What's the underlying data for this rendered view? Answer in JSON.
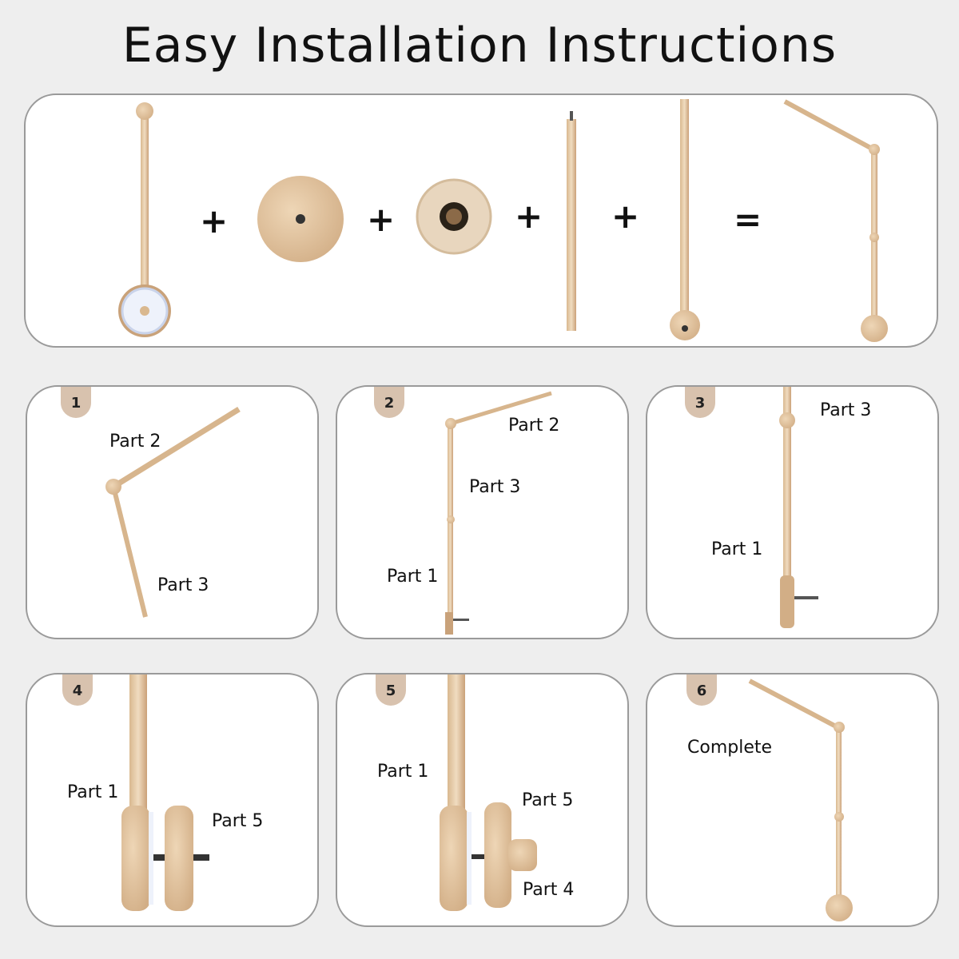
{
  "title": "Easy Installation Instructions",
  "operators": [
    "+",
    "+",
    "+",
    "+",
    "="
  ],
  "steps": [
    {
      "number": "1",
      "labels": [
        "Part 2",
        "Part 3"
      ]
    },
    {
      "number": "2",
      "labels": [
        "Part 2",
        "Part 3",
        "Part 1"
      ]
    },
    {
      "number": "3",
      "labels": [
        "Part 3",
        "Part 1"
      ]
    },
    {
      "number": "4",
      "labels": [
        "Part 1",
        "Part 5"
      ]
    },
    {
      "number": "5",
      "labels": [
        "Part 1",
        "Part 5",
        "Part 4"
      ]
    },
    {
      "number": "6",
      "labels": [
        "Complete"
      ]
    }
  ],
  "colors": {
    "wood": "#e3c8a4",
    "wood_dark": "#c9a27a",
    "badge": "#d8c2ae",
    "panel_border": "#9a9a9a"
  }
}
